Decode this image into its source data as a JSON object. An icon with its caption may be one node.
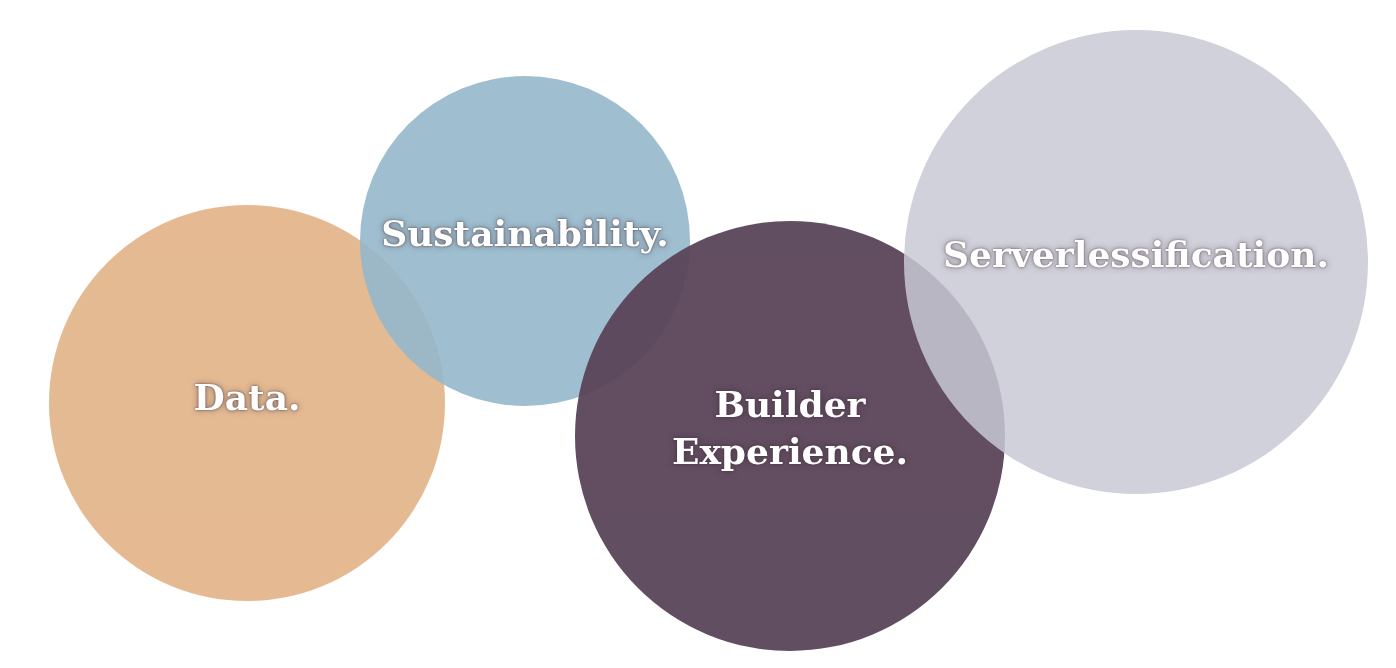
{
  "diagram": {
    "nodes": [
      {
        "text": [
          "Data."
        ]
      },
      {
        "text": [
          "Sustainability."
        ]
      },
      {
        "text": [
          "Builder Experience."
        ]
      },
      {
        "text": [
          "Serverlessification."
        ]
      }
    ]
  }
}
